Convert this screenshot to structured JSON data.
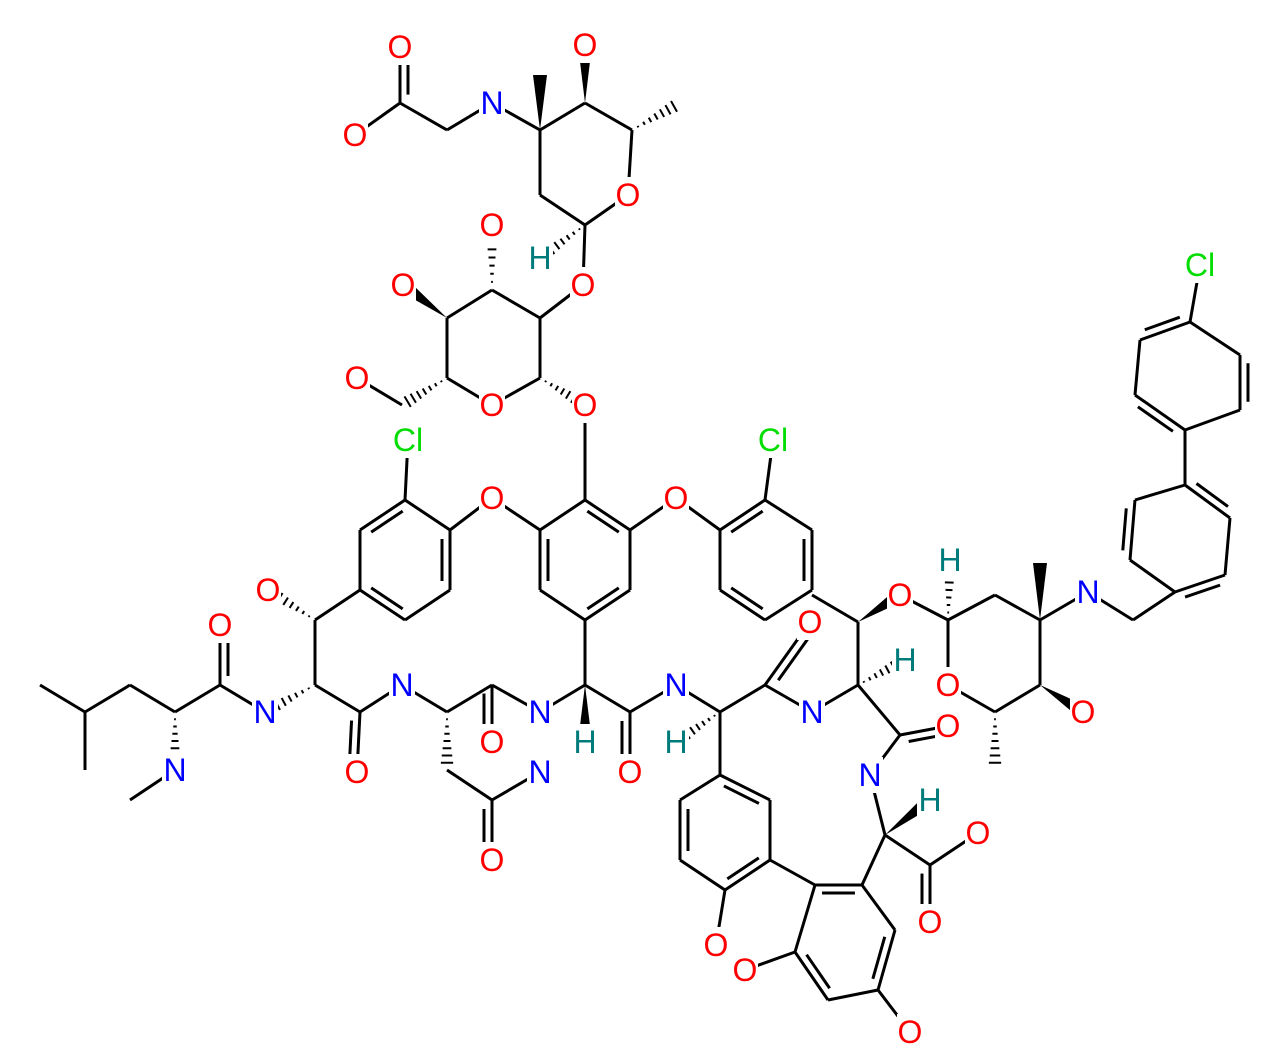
{
  "title": "Glycopeptide antibiotic structure (chlorobiphenyl-substituted)",
  "colors": {
    "O": "#ff0000",
    "N": "#0000ff",
    "Cl": "#00dd00",
    "H": "#007b7b",
    "bond": "#000000"
  },
  "atoms": [
    {
      "label": "O",
      "element": "O"
    },
    {
      "label": "O",
      "element": "O"
    },
    {
      "label": "N",
      "element": "N"
    },
    {
      "label": "O",
      "element": "O"
    },
    {
      "label": "O",
      "element": "O"
    },
    {
      "label": "H",
      "element": "H"
    },
    {
      "label": "O",
      "element": "O"
    },
    {
      "label": "O",
      "element": "O"
    },
    {
      "label": "O",
      "element": "O"
    },
    {
      "label": "O",
      "element": "O"
    },
    {
      "label": "O",
      "element": "O"
    },
    {
      "label": "O",
      "element": "O"
    },
    {
      "label": "Cl",
      "element": "Cl"
    },
    {
      "label": "Cl",
      "element": "Cl"
    },
    {
      "label": "O",
      "element": "O"
    },
    {
      "label": "O",
      "element": "O"
    },
    {
      "label": "O",
      "element": "O"
    },
    {
      "label": "O",
      "element": "O"
    },
    {
      "label": "N",
      "element": "N"
    },
    {
      "label": "N",
      "element": "N"
    },
    {
      "label": "O",
      "element": "O"
    },
    {
      "label": "O",
      "element": "O"
    },
    {
      "label": "N",
      "element": "N"
    },
    {
      "label": "H",
      "element": "H"
    },
    {
      "label": "O",
      "element": "O"
    },
    {
      "label": "N",
      "element": "N"
    },
    {
      "label": "H",
      "element": "H"
    },
    {
      "label": "N",
      "element": "N"
    },
    {
      "label": "O",
      "element": "O"
    },
    {
      "label": "O",
      "element": "O"
    },
    {
      "label": "N",
      "element": "N"
    },
    {
      "label": "O",
      "element": "O"
    },
    {
      "label": "H",
      "element": "H"
    },
    {
      "label": "O",
      "element": "O"
    },
    {
      "label": "H",
      "element": "H"
    },
    {
      "label": "N",
      "element": "N"
    },
    {
      "label": "O",
      "element": "O"
    },
    {
      "label": "O",
      "element": "O"
    },
    {
      "label": "N",
      "element": "N"
    },
    {
      "label": "H",
      "element": "H"
    },
    {
      "label": "O",
      "element": "O"
    },
    {
      "label": "O",
      "element": "O"
    },
    {
      "label": "O",
      "element": "O"
    },
    {
      "label": "O",
      "element": "O"
    },
    {
      "label": "O",
      "element": "O"
    },
    {
      "label": "N",
      "element": "N"
    },
    {
      "label": "Cl",
      "element": "Cl"
    }
  ]
}
